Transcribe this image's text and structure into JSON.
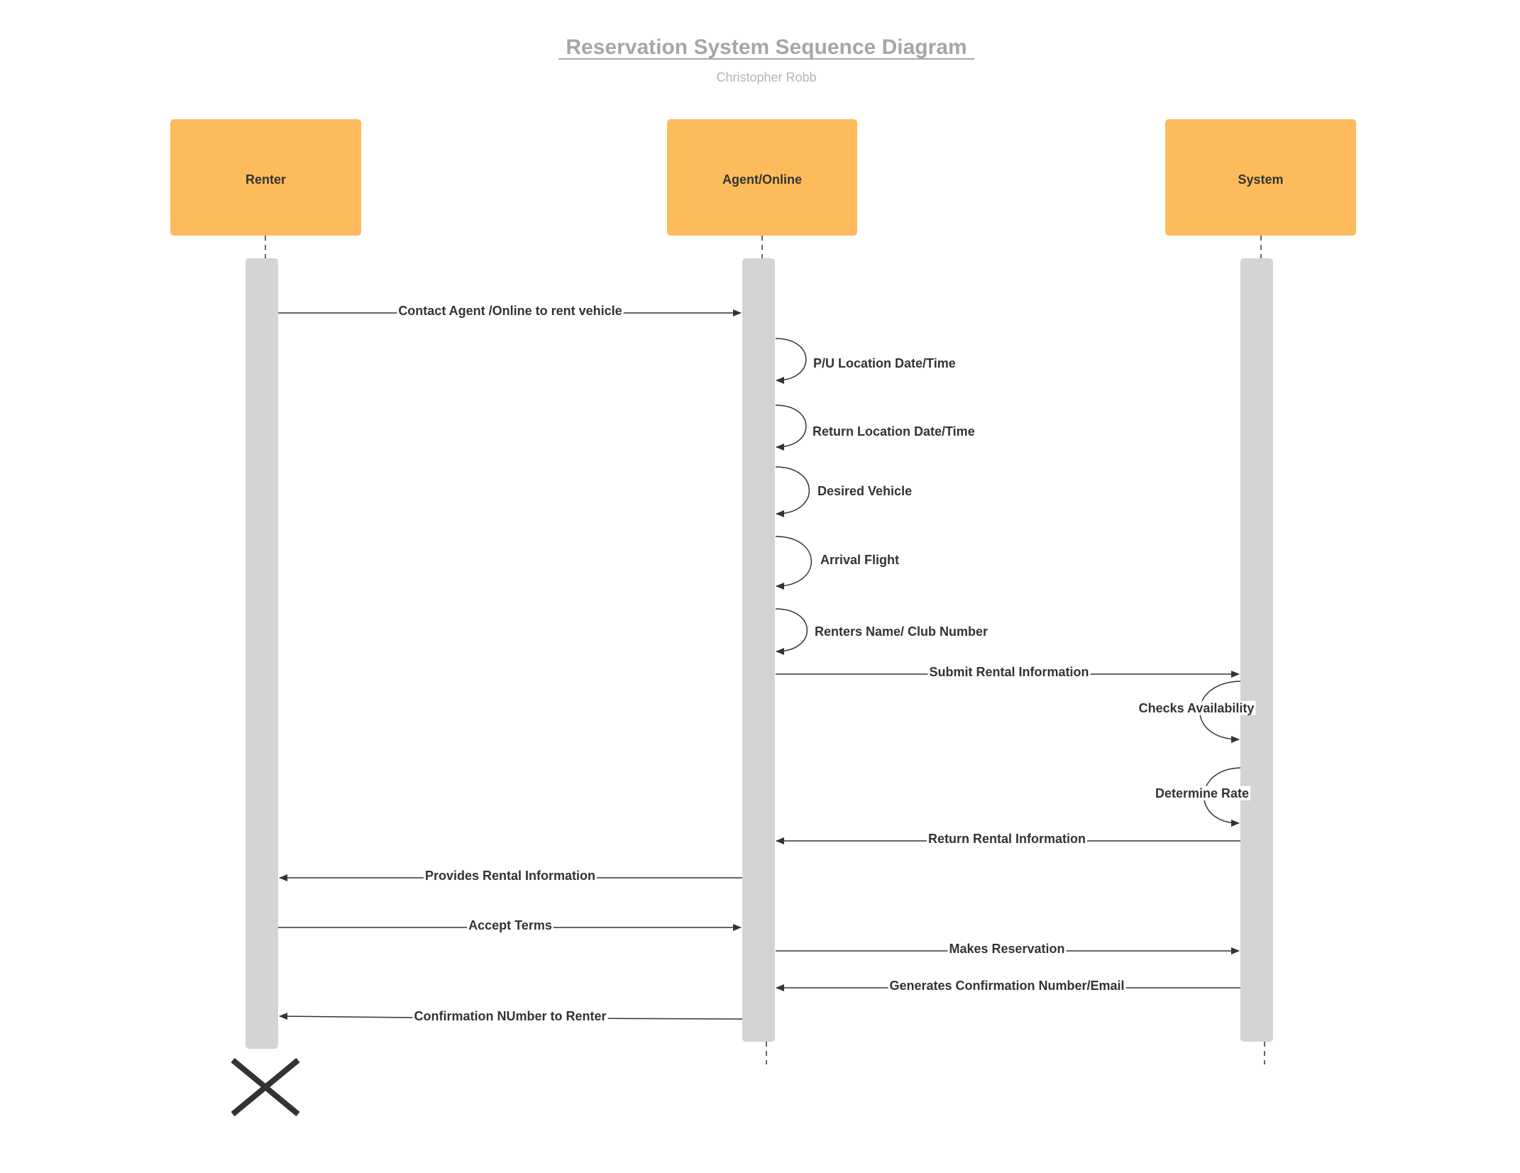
{
  "diagram": {
    "title": "Reservation System Sequence Diagram",
    "author": "Christopher Robb",
    "colors": {
      "actor_fill": "#FDBB5B",
      "activation_fill": "#D3D4D6",
      "line": "#333333",
      "title": "#A6A6A6",
      "subtitle": "#B3B3B3"
    },
    "actors": [
      {
        "id": "renter",
        "label": "Renter"
      },
      {
        "id": "agent",
        "label": "Agent/Online"
      },
      {
        "id": "system",
        "label": "System"
      }
    ],
    "messages": [
      {
        "from": "renter",
        "to": "agent",
        "label": "Contact Agent /Online to rent vehicle"
      },
      {
        "from": "agent",
        "to": "agent",
        "label": "P/U Location Date/Time"
      },
      {
        "from": "agent",
        "to": "agent",
        "label": "Return Location Date/Time"
      },
      {
        "from": "agent",
        "to": "agent",
        "label": "Desired Vehicle"
      },
      {
        "from": "agent",
        "to": "agent",
        "label": "Arrival Flight"
      },
      {
        "from": "agent",
        "to": "agent",
        "label": "Renters Name/ Club Number"
      },
      {
        "from": "agent",
        "to": "system",
        "label": "Submit Rental Information"
      },
      {
        "from": "system",
        "to": "system",
        "label": "Checks Availability"
      },
      {
        "from": "system",
        "to": "system",
        "label": "Determine Rate"
      },
      {
        "from": "system",
        "to": "agent",
        "label": "Return  Rental Information"
      },
      {
        "from": "agent",
        "to": "renter",
        "label": "Provides Rental Information"
      },
      {
        "from": "renter",
        "to": "agent",
        "label": "Accept Terms"
      },
      {
        "from": "agent",
        "to": "system",
        "label": "Makes Reservation"
      },
      {
        "from": "system",
        "to": "agent",
        "label": "Generates Confirmation Number/Email"
      },
      {
        "from": "agent",
        "to": "renter",
        "label": "Confirmation NUmber to Renter"
      }
    ],
    "termination": {
      "actor": "renter",
      "icon": "destroy-x-icon"
    }
  }
}
